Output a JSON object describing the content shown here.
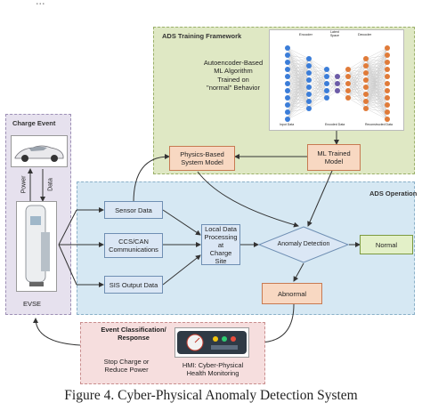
{
  "header_fragment": "...",
  "regions": {
    "charge_event": "Charge Event",
    "training": "ADS Training Framework",
    "operation": "ADS Operation",
    "classification": "Event Classification/\nResponse"
  },
  "charge_event_labels": {
    "power": "Power",
    "data": "Data",
    "evse": "EVSE"
  },
  "training_text": "Autoencoder-Based\nML Algorithm\nTrained on\n\"normal\" Behavior",
  "boxes": {
    "physics_model": "Physics-Based\nSystem Model",
    "ml_model": "ML Trained\nModel",
    "sensor_data": "Sensor Data",
    "ccs_can": "CCS/CAN\nCommunications",
    "sis_output": "SIS Output Data",
    "local_processing": "Local Data\nProcessing at\nCharge Site",
    "anomaly_detection": "Anomaly Detection",
    "normal": "Normal",
    "abnormal": "Abnormal"
  },
  "response_text": "Stop Charge or\nReduce Power",
  "hmi_label": "HMI: Cyber-Physical\nHealth Monitoring",
  "nn_labels": {
    "encoder": "Encoder",
    "latent": "Latent\nSpace",
    "decoder": "Decoder",
    "input": "Input Data",
    "encoded": "Encoded Data",
    "reconstructed": "Reconstructed Data"
  },
  "caption": "Figure 4. Cyber-Physical Anomaly Detection System",
  "colors": {
    "training_bg": "#dfe8c4",
    "operation_bg": "#d6e8f3",
    "charge_bg": "#e6e1ee",
    "classification_bg": "#f6dede",
    "box_blue": "#dbe7f5",
    "box_orange": "#f8d8c2",
    "box_green": "#e3f0c8"
  }
}
